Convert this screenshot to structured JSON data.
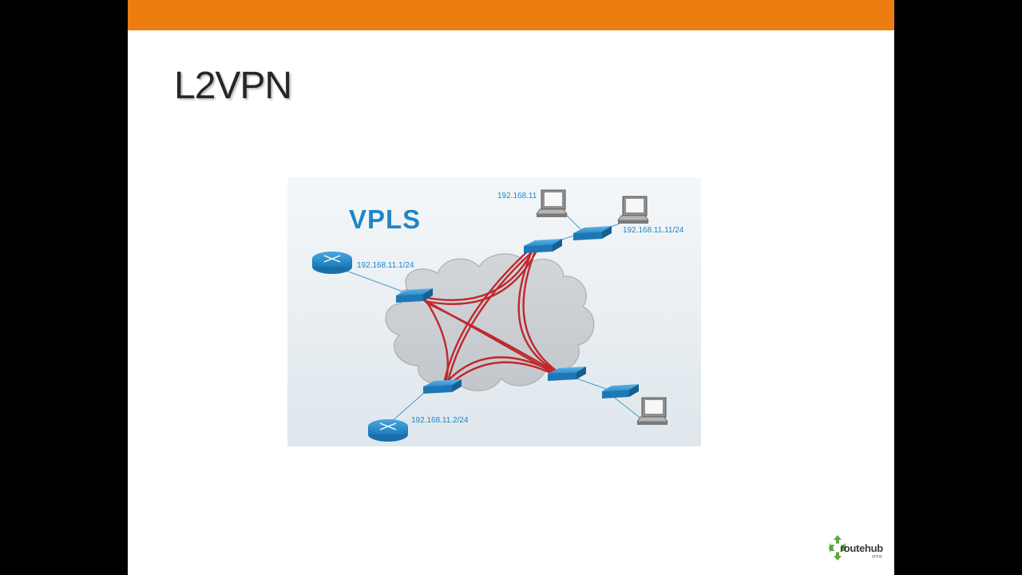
{
  "slide": {
    "title": "L2VPN"
  },
  "diagram": {
    "heading": "VPLS",
    "labels": {
      "router_top_ip": "192.168.11.1/24",
      "router_bottom_ip": "192.168.11.2/24",
      "pc_top_left_ip": "192.168.11",
      "pc_top_right_ip": "192.168.11.11/24"
    },
    "colors": {
      "pseudowire": "#c0282e",
      "device_blue": "#2a8fce",
      "link": "#4a9bd0",
      "cloud": "#c9cdd1",
      "label": "#1a86c8",
      "accent_bar": "#ee7d11"
    }
  },
  "logo": {
    "text": "routehub",
    "sub": "group"
  }
}
